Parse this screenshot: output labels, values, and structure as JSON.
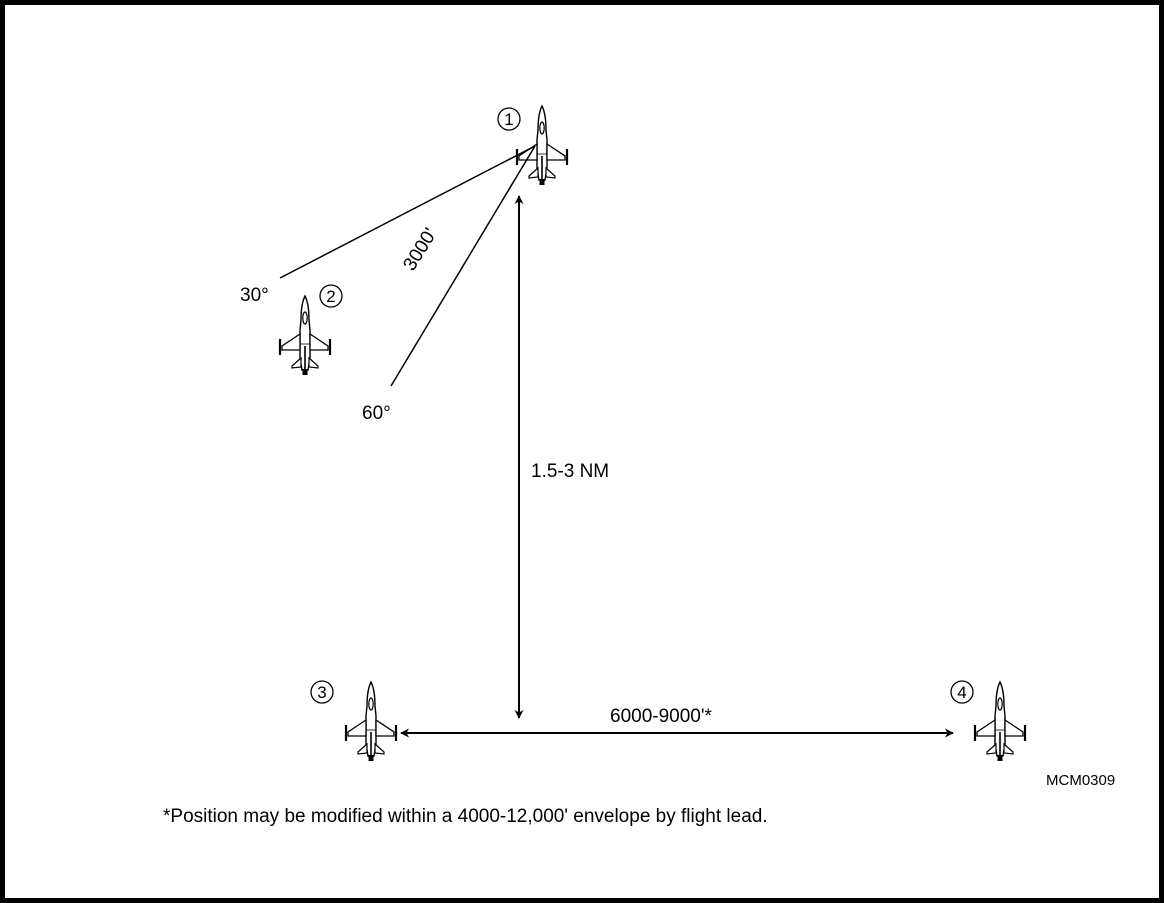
{
  "aircraft": [
    {
      "number": "1"
    },
    {
      "number": "2"
    },
    {
      "number": "3"
    },
    {
      "number": "4"
    }
  ],
  "labels": {
    "angle_30": "30°",
    "angle_60": "60°",
    "range_3000": "3000'",
    "separation_lead_to_element": "1.5-3 NM",
    "separation_3_to_4": "6000-9000'*",
    "figure_id": "MCM0309",
    "footnote": "*Position may be modified within a 4000-12,000' envelope by flight lead."
  },
  "colors": {
    "line": "#000000",
    "background": "#ffffff"
  }
}
